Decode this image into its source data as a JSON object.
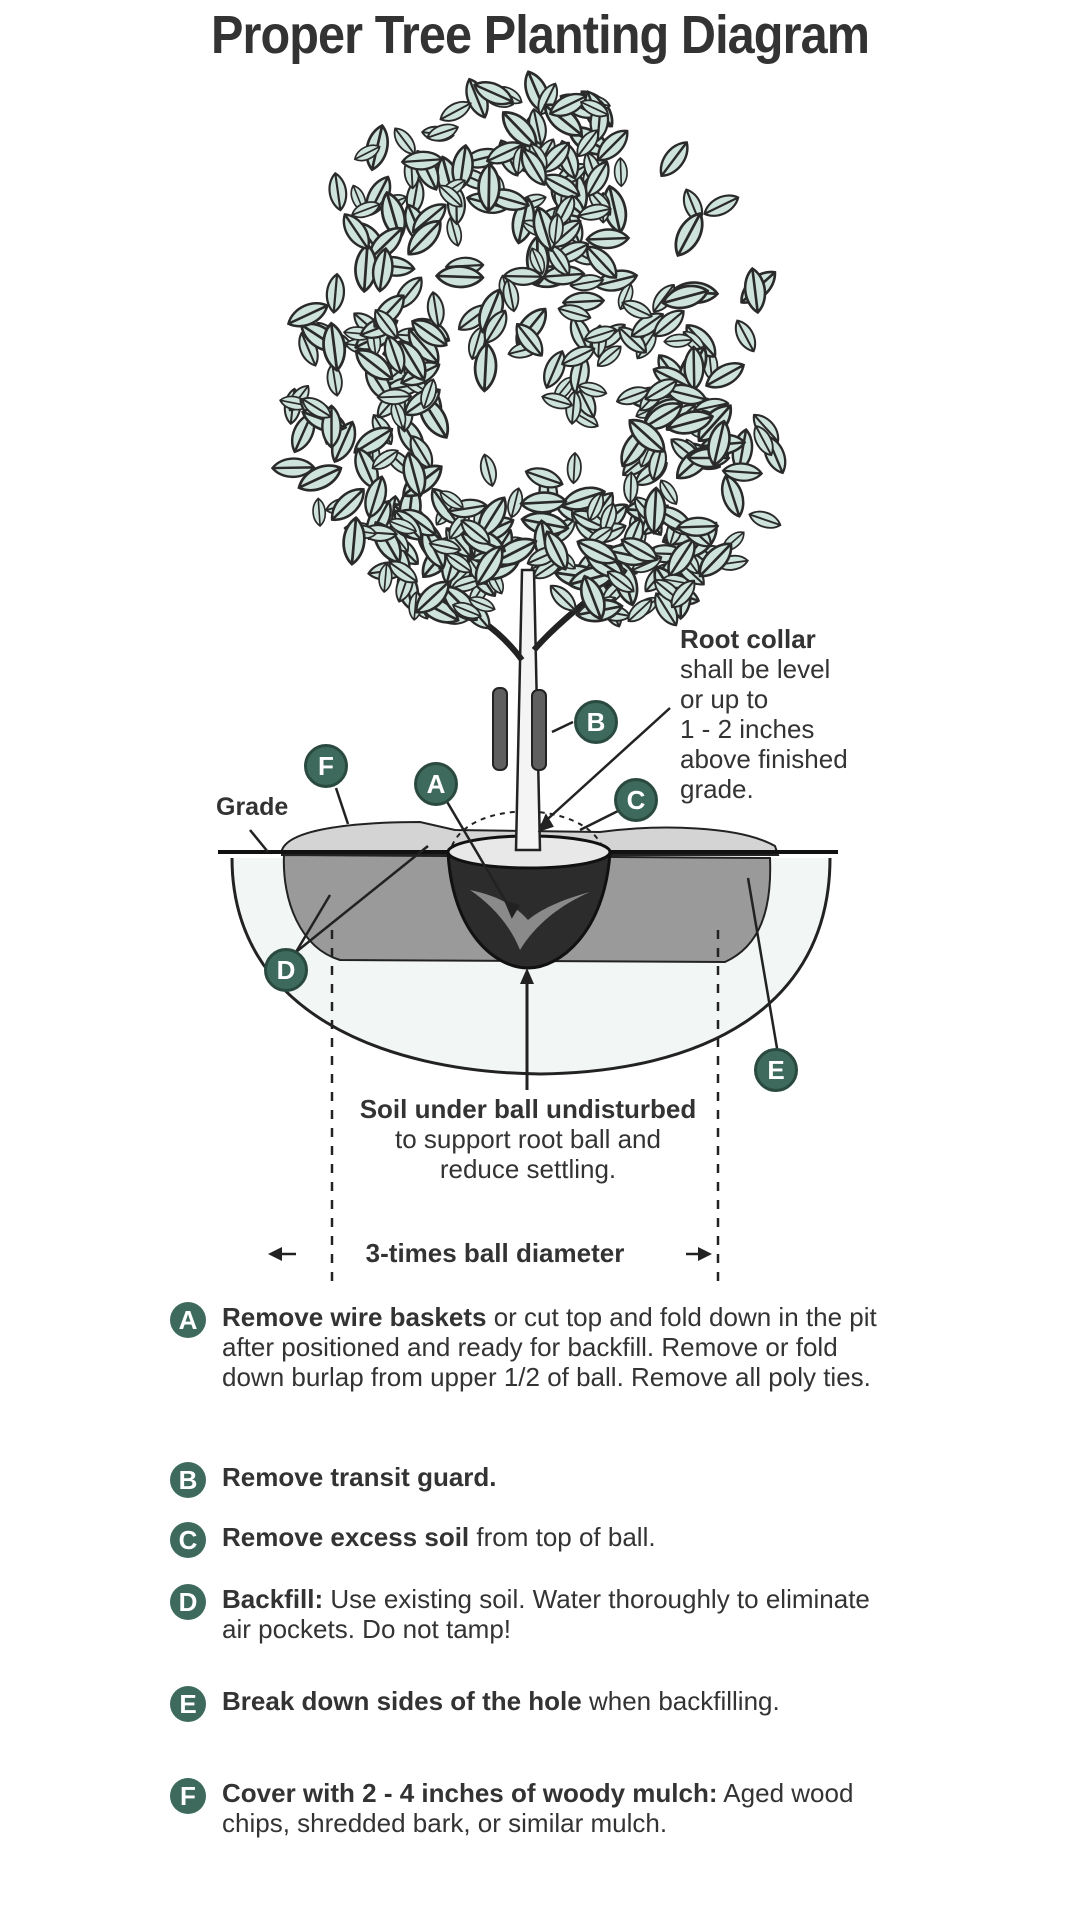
{
  "title": "Proper Tree Planting Diagram",
  "labels": {
    "grade": "Grade",
    "root_collar_title": "Root collar",
    "root_collar_lines": [
      "shall be level",
      "or up to",
      "1 - 2 inches",
      "above finished",
      "grade."
    ],
    "soil_title": "Soil under ball undisturbed",
    "soil_lines": [
      "to support root ball and",
      "reduce settling."
    ],
    "diameter": "3-times ball diameter"
  },
  "badges": [
    "A",
    "B",
    "C",
    "D",
    "E",
    "F"
  ],
  "legend": [
    {
      "letter": "A",
      "bold": "Remove wire baskets",
      "text": " or cut top and fold down in the pit after positioned and ready for backfill. Remove or fold down burlap from upper 1/2 of ball. Remove all poly ties."
    },
    {
      "letter": "B",
      "bold": "Remove transit guard.",
      "text": ""
    },
    {
      "letter": "C",
      "bold": "Remove excess soil",
      "text": " from top of ball."
    },
    {
      "letter": "D",
      "bold": "Backfill:",
      "text": " Use existing soil. Water thoroughly to eliminate air pockets. Do not tamp!"
    },
    {
      "letter": "E",
      "bold": "Break down sides of the hole",
      "text": " when backfilling."
    },
    {
      "letter": "F",
      "bold": "Cover with 2 - 4 inches of woody mulch:",
      "text": " Aged wood chips, shredded bark, or similar mulch."
    }
  ],
  "colors": {
    "leaf": "#cfe3dd",
    "badge": "#3d6a5c",
    "soil": "#8c8c8c",
    "ball": "#2e2e2e",
    "mulch": "#cccccc"
  }
}
